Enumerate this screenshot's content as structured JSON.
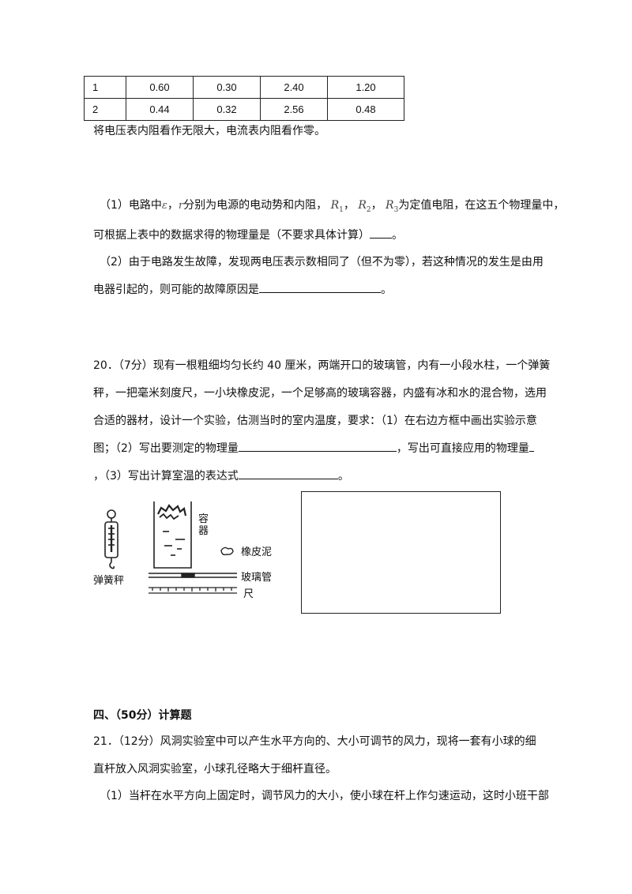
{
  "table": {
    "rows": [
      [
        "1",
        "0.60",
        "0.30",
        "2.40",
        "1.20"
      ],
      [
        "2",
        "0.44",
        "0.32",
        "2.56",
        "0.48"
      ]
    ]
  },
  "note": "将电压表内阻看作无限大，电流表内阻看作零。",
  "q19": {
    "p1_a": "（1）电路中",
    "epsilon": "ε",
    "sep1": "，",
    "r_small": "r",
    "p1_b": "分别为电源的电动势和内阻，",
    "r1": "R",
    "r1_sub": "1",
    "sep2": "，",
    "r2": "R",
    "r2_sub": "2",
    "sep3": "，",
    "r3": "R",
    "r3_sub": "3",
    "p1_c": "为定值电阻，在这五个物理量中，",
    "p1_line2": "可根据上表中的数据求得的物理量是（不要求具体计算）",
    "p1_line2_end": "。",
    "p2_line1": "（2）由于电路发生故障，发现两电压表示数相同了（但不为零），若这种情况的发生是由用",
    "p2_line2": "电器引起的，则可能的故障原因是",
    "p2_line2_end": "。"
  },
  "q20": {
    "line1": "20．（7分）现有一根粗细均匀长约 40 厘米，两端开口的玻璃管，内有一小段水柱，一个弹簧",
    "line2": "秤，一把毫米刻度尺，一小块橡皮泥，一个足够高的玻璃容器，内盛有冰和水的混合物，选用",
    "line3": "合适的器材，设计一个实验，估测当时的室内温度，要求：（1）在右边方框中画出实验示意",
    "line4_a": "图；（2）写出要测定的物理量",
    "line4_b": "，写出可直接应用的物理量",
    "line5_a": "，（3）写出计算室温的表达式",
    "line5_end": "。"
  },
  "figure": {
    "spring_scale_label": "弹簧秤",
    "container_label_1": "容",
    "container_label_2": "器",
    "clay_label": "橡皮泥",
    "tube_label": "玻璃管",
    "ruler_label": "尺"
  },
  "section4": {
    "heading": "四、（50分）计算题"
  },
  "q21": {
    "line1": "21．（12分）风洞实验室中可以产生水平方向的、大小可调节的风力，现将一套有小球的细",
    "line2": "直杆放入风洞实验室，小球孔径略大于细杆直径。",
    "line3": "（1）当杆在水平方向上固定时，调节风力的大小，使小球在杆上作匀速运动，这时小班干部"
  }
}
